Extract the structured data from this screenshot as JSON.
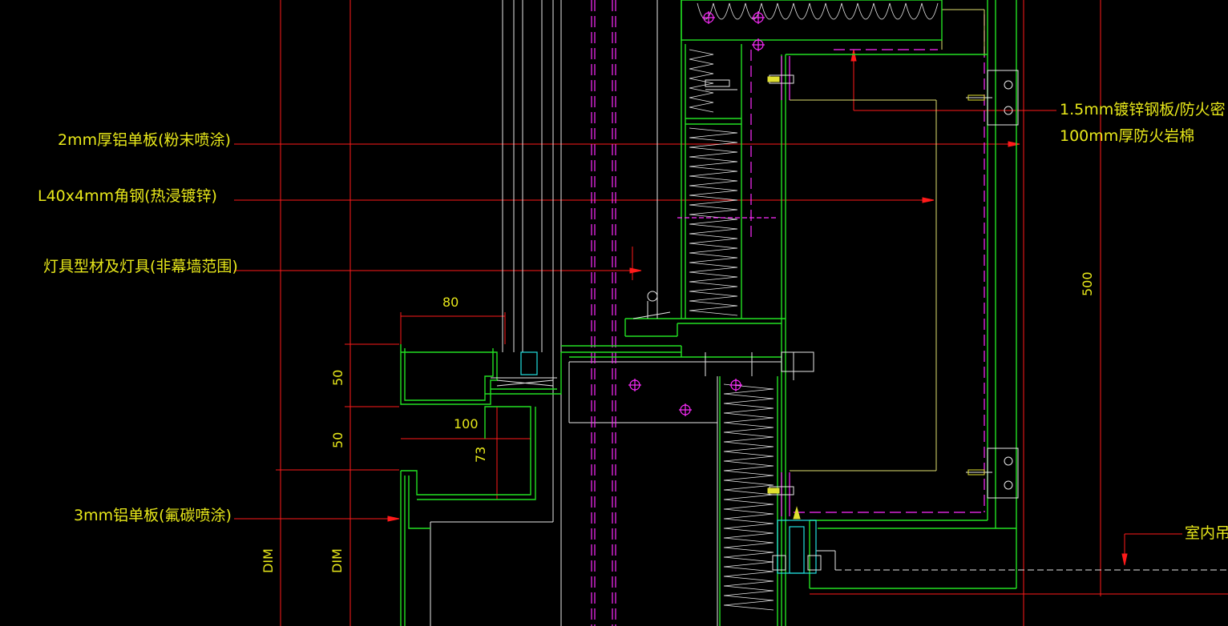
{
  "labels": {
    "aluminum_panel_2mm": "2mm厚铝单板(粉末喷涂)",
    "angle_steel": "L40x4mm角钢(热浸镀锌)",
    "lighting": "灯具型材及灯具(非幕墙范围)",
    "aluminum_panel_3mm": "3mm铝单板(氟碳喷涂)",
    "galvanized_sheet": "1.5mm镀锌钢板/防火密",
    "rock_wool": "100mm厚防火岩棉",
    "indoor_ceiling": "室内吊"
  },
  "dimensions": {
    "d80": "80",
    "d100": "100",
    "d50a": "50",
    "d50b": "50",
    "d73": "73",
    "d500": "500",
    "dim1": "DIM",
    "dim2": "DIM"
  },
  "colors": {
    "background": "#000000",
    "text": "#e8e81a",
    "leader": "#ff1a1a",
    "outline": "#22e022",
    "magenta": "#ff2cff",
    "white": "#ffffff",
    "cyan": "#22e0e0"
  }
}
